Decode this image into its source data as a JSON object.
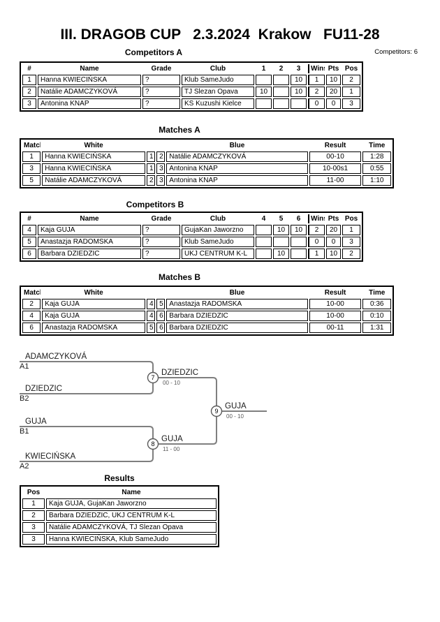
{
  "page": {
    "title": "III. DRAGOB CUP   2.3.2024  Krakow   FU11-28",
    "competitors_count": "Competitors: 6"
  },
  "competitors_a": {
    "heading": "Competitors A",
    "columns": [
      "#",
      "Name",
      "Grade",
      "Club",
      "1",
      "2",
      "3",
      "Wins",
      "Pts",
      "Pos"
    ],
    "rows": [
      [
        "1",
        "Hanna KWIECIŃSKA",
        "?",
        "Klub SameJudo",
        "",
        "",
        "10",
        "1",
        "10",
        "2"
      ],
      [
        "2",
        "Natálie ADAMCZYKOVÁ",
        "?",
        "TJ Slezan Opava",
        "10",
        "",
        "10",
        "2",
        "20",
        "1"
      ],
      [
        "3",
        "Antonina KNAP",
        "?",
        "KS Kuzushi Kielce",
        "",
        "",
        "",
        "0",
        "0",
        "3"
      ]
    ]
  },
  "matches_a": {
    "heading": "Matches A",
    "columns": [
      "Match",
      "White",
      "",
      "",
      "Blue",
      "Result",
      "Time"
    ],
    "rows": [
      [
        "1",
        "Hanna KWIECIŃSKA",
        "1",
        "2",
        "Natálie ADAMCZYKOVÁ",
        "00-10",
        "1:28"
      ],
      [
        "3",
        "Hanna KWIECIŃSKA",
        "1",
        "3",
        "Antonina KNAP",
        "10-00s1",
        "0:55"
      ],
      [
        "5",
        "Natálie ADAMCZYKOVÁ",
        "2",
        "3",
        "Antonina KNAP",
        "11-00",
        "1:10"
      ]
    ]
  },
  "competitors_b": {
    "heading": "Competitors B",
    "columns": [
      "#",
      "Name",
      "Grade",
      "Club",
      "4",
      "5",
      "6",
      "Wins",
      "Pts",
      "Pos"
    ],
    "rows": [
      [
        "4",
        "Kaja GUJA",
        "?",
        "GujaKan Jaworzno",
        "",
        "10",
        "10",
        "2",
        "20",
        "1"
      ],
      [
        "5",
        "Anastazja RADOMSKA",
        "?",
        "Klub SameJudo",
        "",
        "",
        "",
        "0",
        "0",
        "3"
      ],
      [
        "6",
        "Barbara DZIEDZIC",
        "?",
        "UKJ CENTRUM K-L",
        "",
        "10",
        "",
        "1",
        "10",
        "2"
      ]
    ]
  },
  "matches_b": {
    "heading": "Matches B",
    "columns": [
      "Match",
      "White",
      "",
      "",
      "Blue",
      "Result",
      "Time"
    ],
    "rows": [
      [
        "2",
        "Kaja GUJA",
        "4",
        "5",
        "Anastazja RADOMSKA",
        "10-00",
        "0:36"
      ],
      [
        "4",
        "Kaja GUJA",
        "4",
        "6",
        "Barbara DZIEDZIC",
        "10-00",
        "0:10"
      ],
      [
        "6",
        "Anastazja RADOMSKA",
        "5",
        "6",
        "Barbara DZIEDZIC",
        "00-11",
        "1:31"
      ]
    ]
  },
  "results": {
    "heading": "Results",
    "columns": [
      "Pos",
      "Name"
    ],
    "rows": [
      [
        "1",
        "Kaja GUJA, GujaKan Jaworzno"
      ],
      [
        "2",
        "Barbara DZIEDZIC, UKJ CENTRUM K-L"
      ],
      [
        "3",
        "Natálie ADAMCZYKOVÁ, TJ Slezan Opava"
      ],
      [
        "3",
        "Hanna KWIECIŃSKA, Klub SameJudo"
      ]
    ]
  },
  "bracket": {
    "seeds": [
      {
        "name": "ADAMCZYKOVÁ",
        "code": "A1"
      },
      {
        "name": "DZIEDZIC",
        "code": "B2"
      },
      {
        "name": "GUJA",
        "code": "B1"
      },
      {
        "name": "KWIECIŃSKA",
        "code": "A2"
      }
    ],
    "matches": [
      {
        "number": "7",
        "winner": "DZIEDZIC",
        "score": "00 - 10"
      },
      {
        "number": "8",
        "winner": "GUJA",
        "score": "11 - 00"
      },
      {
        "number": "9",
        "winner": "GUJA",
        "score": "00 - 10"
      }
    ]
  },
  "colors": {
    "bracket_line": "#7f7f7f",
    "circle_stroke": "#595959",
    "score_text": "#595959",
    "text": "#000000",
    "background": "#ffffff"
  }
}
